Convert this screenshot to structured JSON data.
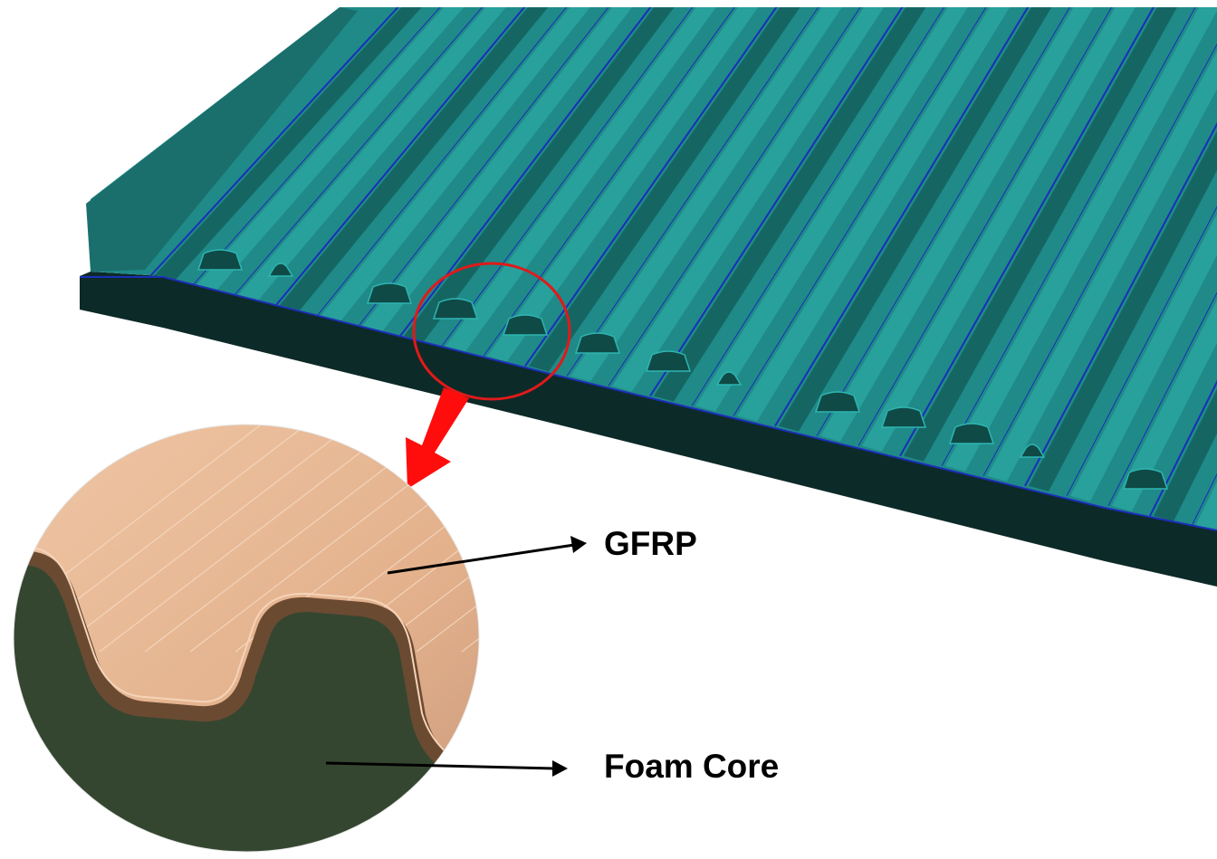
{
  "labels": {
    "gfrp": "GFRP",
    "foam_core": "Foam Core"
  },
  "colors": {
    "panel_top": "#1f8a88",
    "panel_ridge": "#2aa3a0",
    "panel_shadow": "#145f5d",
    "panel_base": "#0c2a28",
    "panel_edge_lines": "#1a2fb8",
    "gfrp_skin": "#e8b995",
    "gfrp_skin_shade": "#d3a27c",
    "gfrp_border": "#6b4a32",
    "foam_core": "#344630",
    "highlight_circle": "#e01a1a",
    "arrow": "#ff0d0d",
    "leader_line": "#000000"
  },
  "icons": {
    "callout_arrow": "arrow-icon",
    "highlight": "circle-outline"
  }
}
